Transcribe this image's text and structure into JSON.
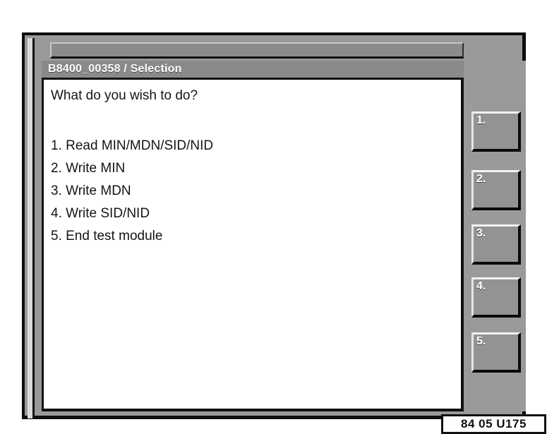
{
  "screen": {
    "title_bar": {
      "text": "B8400_00358 / Selection"
    },
    "content": {
      "prompt": "What do you wish to do?",
      "menu_items": [
        {
          "label": "1. Read MIN/MDN/SID/NID"
        },
        {
          "label": "2. Write MIN"
        },
        {
          "label": "3. Write MDN"
        },
        {
          "label": "4. Write SID/NID"
        },
        {
          "label": "5. End test module"
        }
      ]
    },
    "softkeys": [
      {
        "label": "1."
      },
      {
        "label": "2."
      },
      {
        "label": "3."
      },
      {
        "label": "4."
      },
      {
        "label": "5."
      }
    ],
    "status_bar": {
      "text": "84 05 U175"
    },
    "colors": {
      "frame_border": "#0d0d0d",
      "panel_gray": "#9a9a9a",
      "title_bar_gray": "#8a8a8a",
      "content_white": "#ffffff",
      "text_black": "#151515",
      "title_text_white": "#ffffff",
      "button_face": "#939393",
      "button_highlight": "#f2f2f2",
      "button_shadow": "#0a0a0a"
    }
  }
}
